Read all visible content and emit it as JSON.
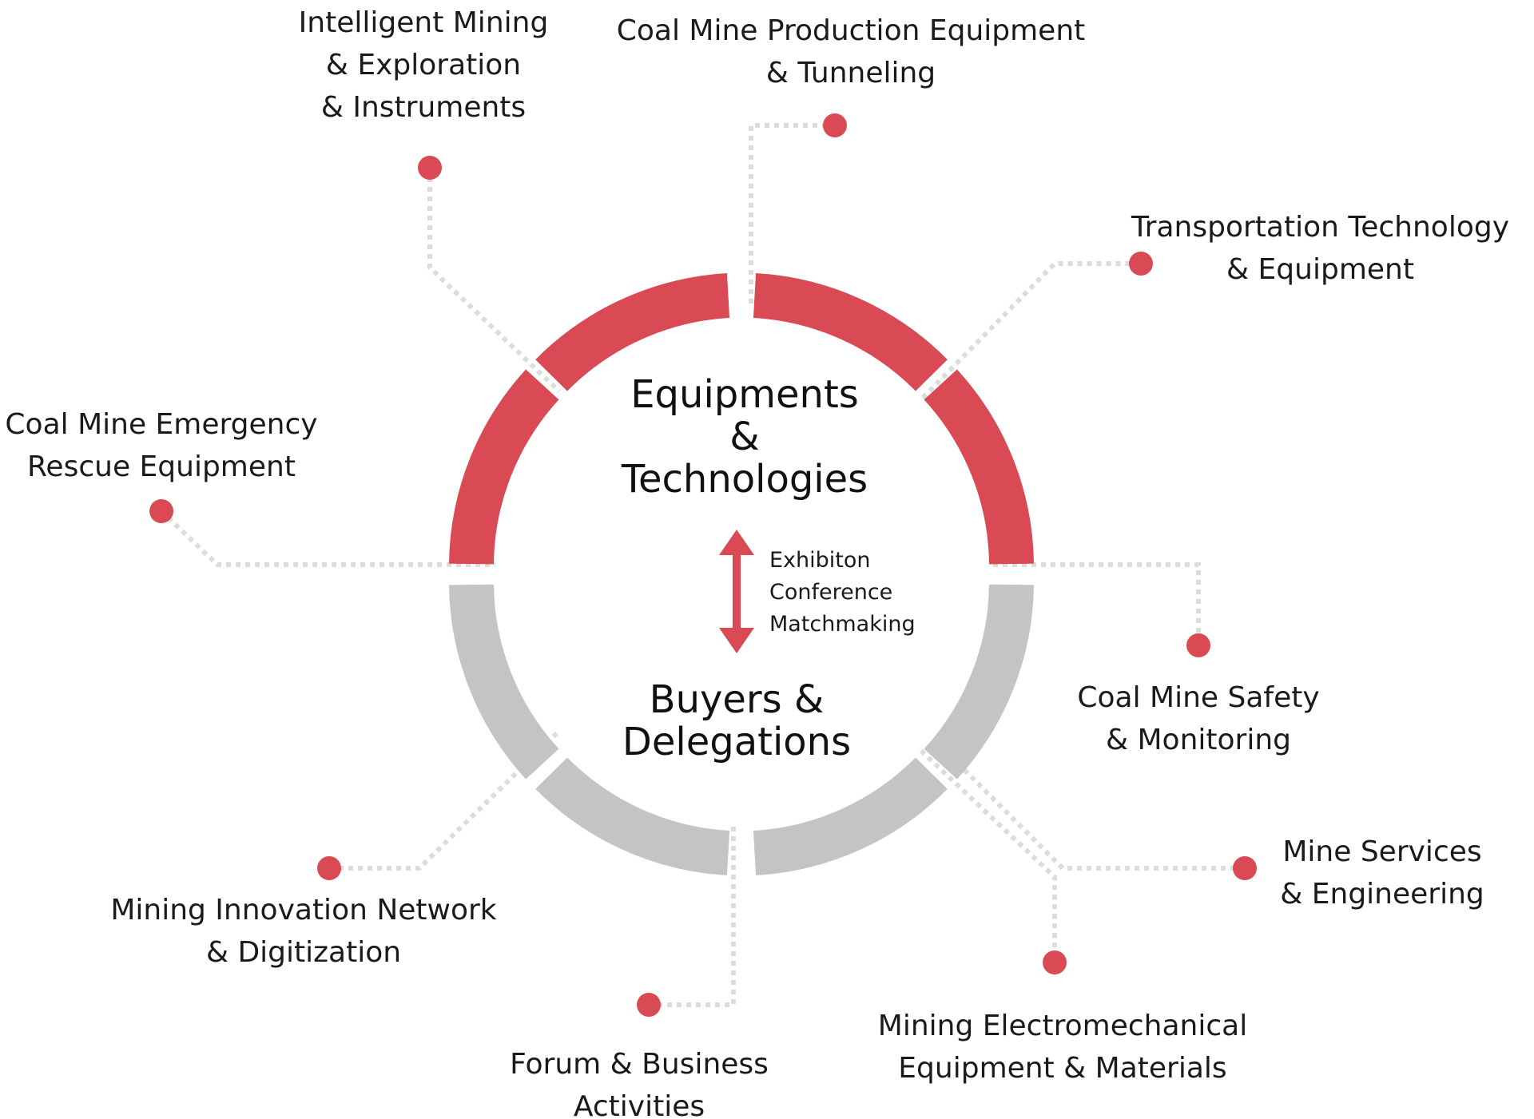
{
  "colors": {
    "accent": "#d94a55",
    "ring_lower": "#c3c5c4",
    "connector": "#dcdcdc",
    "text": "#1a1a1a"
  },
  "hub": {
    "top_label": [
      "Equipments",
      "&",
      "Technologies"
    ],
    "bottom_label": [
      "Buyers &",
      "Delegations"
    ],
    "exchange_arrow_icon": "double-headed-arrow",
    "exchange_items": [
      "Exhibiton",
      "Conference",
      "Matchmaking"
    ]
  },
  "topics": [
    {
      "id": "intelligent-mining",
      "lines": [
        "Intelligent Mining",
        "& Exploration",
        "& Instruments"
      ]
    },
    {
      "id": "coal-mine-production",
      "lines": [
        "Coal Mine Production Equipment",
        "& Tunneling"
      ]
    },
    {
      "id": "transportation",
      "lines": [
        "Transportation Technology",
        "& Equipment"
      ]
    },
    {
      "id": "emergency-rescue",
      "lines": [
        "Coal Mine Emergency",
        "Rescue Equipment"
      ]
    },
    {
      "id": "safety-monitoring",
      "lines": [
        "Coal Mine Safety",
        "& Monitoring"
      ]
    },
    {
      "id": "mine-services",
      "lines": [
        "Mine Services",
        "& Engineering"
      ]
    },
    {
      "id": "innovation-network",
      "lines": [
        "Mining Innovation Network",
        "& Digitization"
      ]
    },
    {
      "id": "electromechanical",
      "lines": [
        "Mining Electromechanical",
        "Equipment & Materials"
      ]
    },
    {
      "id": "forum",
      "lines": [
        "Forum & Business",
        "Activities"
      ]
    }
  ]
}
